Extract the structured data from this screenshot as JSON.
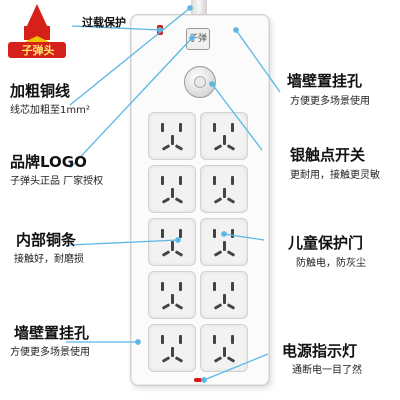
{
  "logo": {
    "text": "子弹头"
  },
  "plate": {
    "text": "子弹"
  },
  "features": {
    "overload": {
      "title": "过载保护"
    },
    "copper_wire": {
      "title": "加粗铜线",
      "sub": "线芯加粗至1mm²"
    },
    "brand_logo": {
      "title": "品牌LOGO",
      "sub": "子弹头正品  厂家授权"
    },
    "copper_strip": {
      "title": "内部铜条",
      "sub": "接触好，耐磨损"
    },
    "hang_hole_left": {
      "title": "墙壁置挂孔",
      "sub": "方便更多场景使用"
    },
    "hang_hole_right": {
      "title": "墙壁置挂孔",
      "sub": "方便更多场景使用"
    },
    "switch": {
      "title": "银触点开关",
      "sub": "更耐用，接触更灵敏"
    },
    "child_door": {
      "title": "儿童保护门",
      "sub": "防触电，防灰尘"
    },
    "indicator": {
      "title": "电源指示灯",
      "sub": "通断电一目了然"
    }
  },
  "colors": {
    "accent_line": "#5ab7e6",
    "indicator": "#d61a1a",
    "logo": "#d6201a"
  }
}
